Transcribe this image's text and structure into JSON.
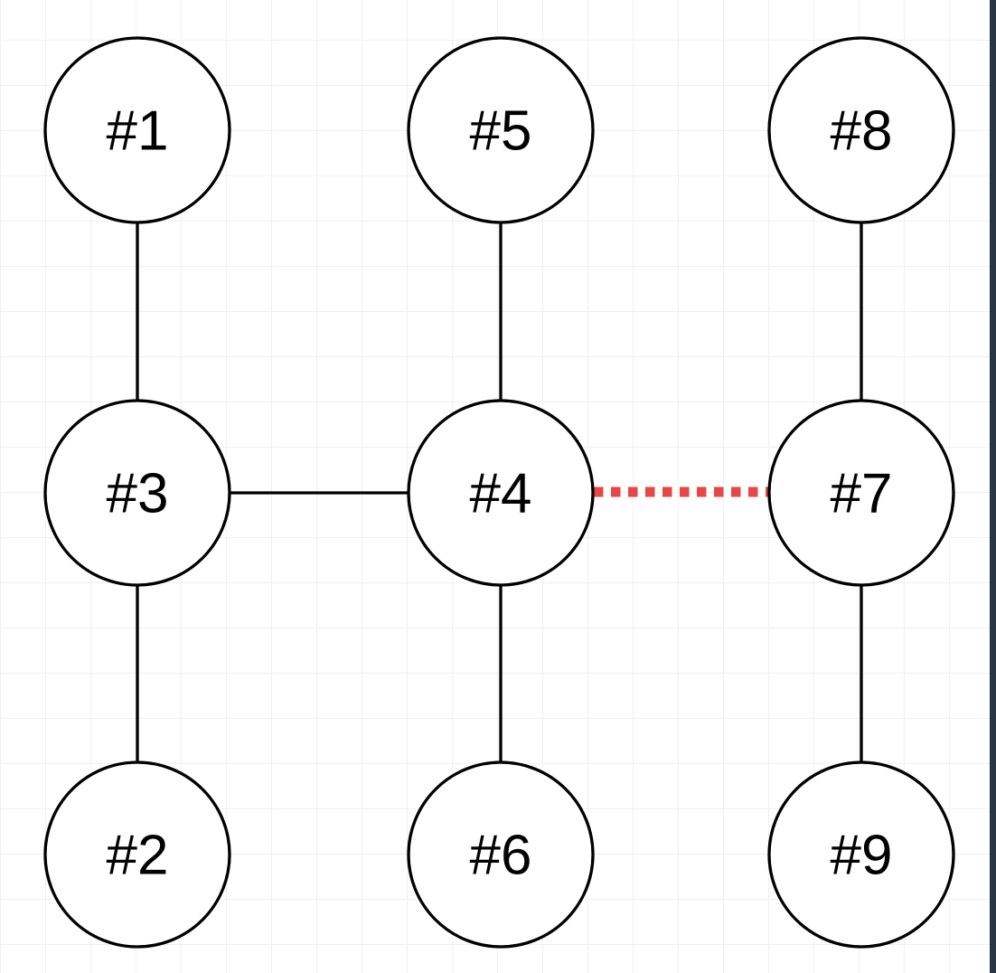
{
  "canvas": {
    "background": "#ffffff",
    "grid_color": "#f0f0f0",
    "grid_size": 50
  },
  "colors": {
    "node_fill": "#ffffff",
    "node_stroke": "#000000",
    "edge_solid": "#000000",
    "edge_dotted": "#e64848",
    "right_bar": "#2b3645"
  },
  "diagram": {
    "nodes": [
      {
        "id": "1",
        "label": "#1",
        "col": 0,
        "row": 0
      },
      {
        "id": "2",
        "label": "#2",
        "col": 0,
        "row": 2
      },
      {
        "id": "3",
        "label": "#3",
        "col": 0,
        "row": 1
      },
      {
        "id": "4",
        "label": "#4",
        "col": 1,
        "row": 1
      },
      {
        "id": "5",
        "label": "#5",
        "col": 1,
        "row": 0
      },
      {
        "id": "6",
        "label": "#6",
        "col": 1,
        "row": 2
      },
      {
        "id": "7",
        "label": "#7",
        "col": 2,
        "row": 1
      },
      {
        "id": "8",
        "label": "#8",
        "col": 2,
        "row": 0
      },
      {
        "id": "9",
        "label": "#9",
        "col": 2,
        "row": 2
      }
    ],
    "edges": [
      {
        "from": "1",
        "to": "3",
        "style": "solid"
      },
      {
        "from": "3",
        "to": "2",
        "style": "solid"
      },
      {
        "from": "3",
        "to": "4",
        "style": "solid"
      },
      {
        "from": "5",
        "to": "4",
        "style": "solid"
      },
      {
        "from": "4",
        "to": "6",
        "style": "solid"
      },
      {
        "from": "4",
        "to": "7",
        "style": "dotted",
        "color": "#e64848"
      },
      {
        "from": "8",
        "to": "7",
        "style": "solid"
      },
      {
        "from": "7",
        "to": "9",
        "style": "solid"
      }
    ]
  }
}
